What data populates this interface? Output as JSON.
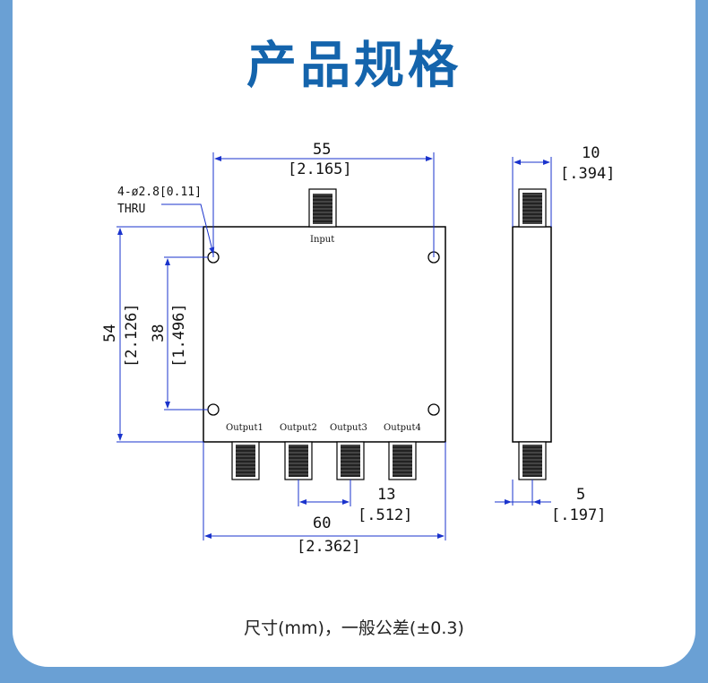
{
  "title": "产品规格",
  "caption": "尺寸(mm)，一般公差(±0.3)",
  "ports": {
    "input": "Input",
    "output1": "Output1",
    "output2": "Output2",
    "output3": "Output3",
    "output4": "Output4"
  },
  "hole_note": {
    "line1": "4-ø2.8[0.11]",
    "line2": "THRU"
  },
  "dimensions": {
    "top_width_mm": "55",
    "top_width_in": "[2.165]",
    "height_mm": "54",
    "height_in": "[2.126]",
    "hole_spacing_mm": "38",
    "hole_spacing_in": "[1.496]",
    "connector_pitch_mm": "13",
    "connector_pitch_in": "[.512]",
    "body_width_mm": "60",
    "body_width_in": "[2.362]",
    "thickness_mm": "10",
    "thickness_in": "[.394]",
    "connector_offset_mm": "5",
    "connector_offset_in": "[.197]"
  },
  "colors": {
    "frame": "#6aa0d4",
    "title": "#1464ac",
    "dimension_line": "#1a33cc"
  }
}
